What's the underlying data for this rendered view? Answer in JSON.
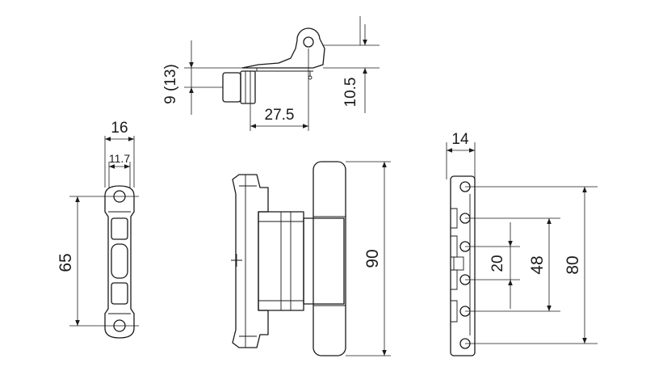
{
  "dimensions": {
    "top_offset": "9 (13)",
    "top_height": "10.5",
    "top_width": "27.5",
    "left_width": "16",
    "left_inner_width": "11.7",
    "left_pitch": "65",
    "center_height": "90",
    "right_width": "14",
    "right_span_small": "20",
    "right_span_mid": "48",
    "right_span_large": "80"
  }
}
